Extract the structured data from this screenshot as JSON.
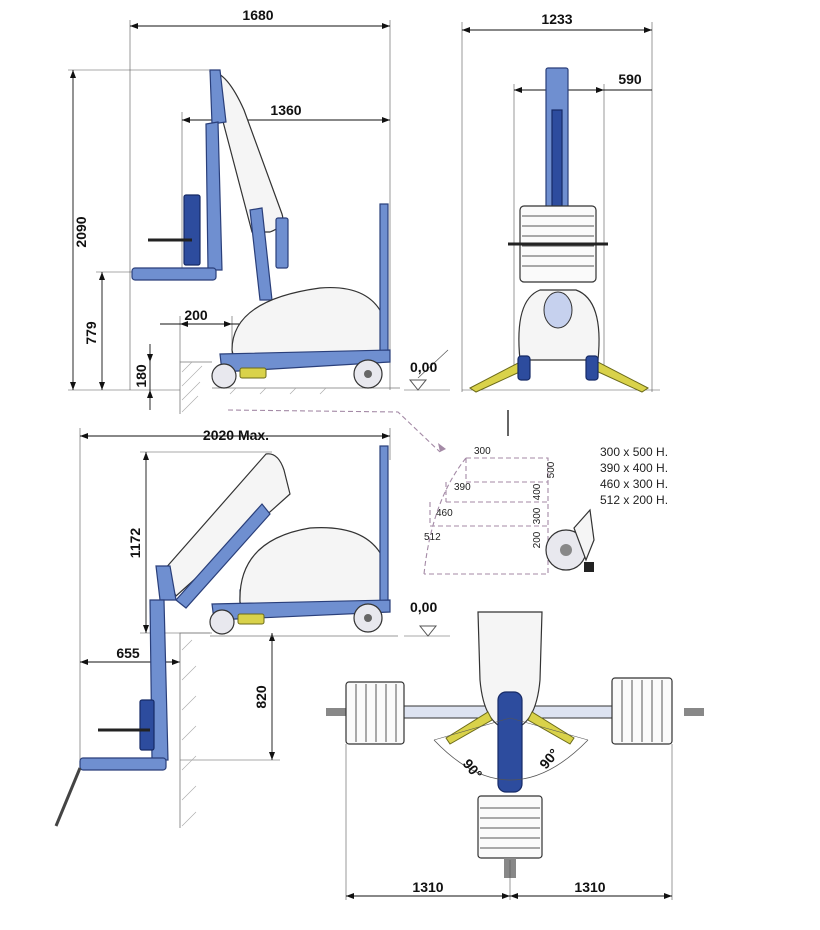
{
  "dimensions": {
    "overall_length": "1680",
    "overall_width": "1233",
    "base_width": "590",
    "reach_length": "1360",
    "total_height": "2090",
    "seat_height": "779",
    "step_height": "180",
    "edge_distance": "200",
    "level_label_top": "0,00",
    "max_length": "2020  Max.",
    "lift_height": "1172",
    "outreach": "655",
    "depth_below": "820",
    "level_label_bottom": "0,00",
    "angle_left": "90°",
    "angle_right": "90°",
    "half_span_left": "1310",
    "half_span_right": "1310"
  },
  "steps": {
    "labels": [
      "300",
      "390",
      "460",
      "512"
    ],
    "vertical_labels": [
      "500",
      "400",
      "300",
      "200"
    ],
    "legend": [
      "300 x 500 H.",
      "390 x 400 H.",
      "460 x 300 H.",
      "512 x 200 H."
    ]
  },
  "colors": {
    "frame_blue": "#6f8fd0",
    "frame_dark_blue": "#2d4c9e",
    "leg_yellow": "#d9d24a",
    "dash_violet": "#a48aa6"
  }
}
